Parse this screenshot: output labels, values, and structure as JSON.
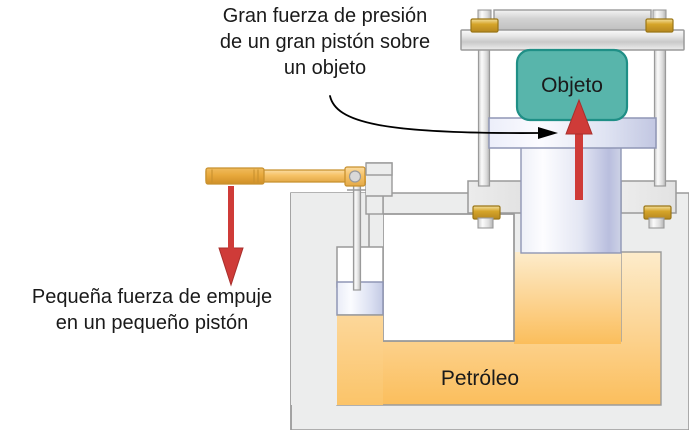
{
  "figure": {
    "title_alt": "Prensa hidraulica - principio de Pascal",
    "labels": {
      "top_caption_line1": "Gran fuerza de presión",
      "top_caption_line2": "de un gran pistón sobre",
      "top_caption_line3": "un objeto",
      "left_caption_line1": "Pequeña fuerza de empuje",
      "left_caption_line2": "en un pequeño pistón",
      "object_label": "Objeto",
      "fluid_label": "Petróleo"
    },
    "icons": {
      "down_force_arrow": "red-down-arrow-icon",
      "up_force_arrow": "red-up-arrow-icon",
      "pointer_arrow": "curved-pointer-arrow-icon"
    },
    "colors": {
      "object_fill": "#58b5ab",
      "object_stroke": "#1f8f86",
      "oil_fill_light": "#fde7bd",
      "oil_fill_dark": "#fbbf5e",
      "oil_stroke": "#9b9b9b",
      "metal_body": "#e6e6e6",
      "metal_stroke": "#8c8c8c",
      "piston_light": "#fdfdff",
      "piston_shadow": "#b9bede",
      "piston_stroke": "#8f96b5",
      "brass": "#d9a82b",
      "brass_light": "#f0d88c",
      "lever_fill": "#f7c873",
      "lever_stroke": "#c8912f",
      "handle_fill": "#e8a93c",
      "arrow_red": "#cf3b38",
      "pointer_black": "#000000",
      "text": "#1a1a1a"
    }
  }
}
